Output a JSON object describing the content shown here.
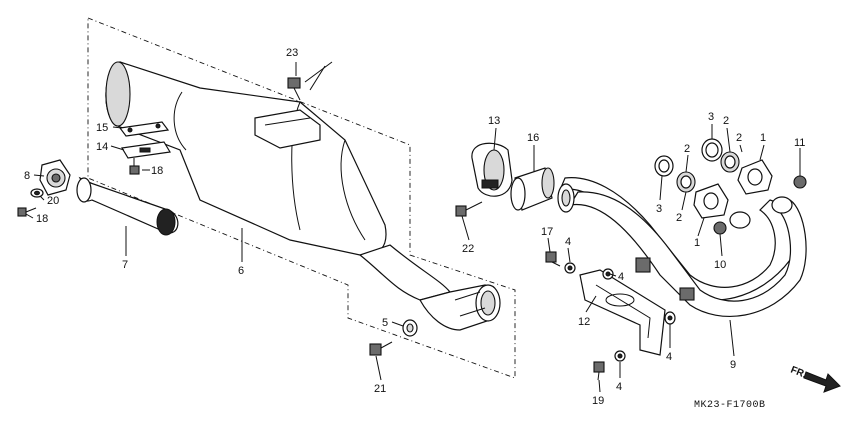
{
  "diagram": {
    "drawing_code": "MK23-F1700B",
    "direction_label": "FR.",
    "callouts": [
      "1",
      "1",
      "2",
      "2",
      "2",
      "3",
      "3",
      "4",
      "4",
      "4",
      "4",
      "5",
      "6",
      "7",
      "8",
      "9",
      "10",
      "11",
      "12",
      "13",
      "14",
      "15",
      "16",
      "17",
      "18",
      "18",
      "19",
      "20",
      "21",
      "22",
      "23"
    ]
  }
}
